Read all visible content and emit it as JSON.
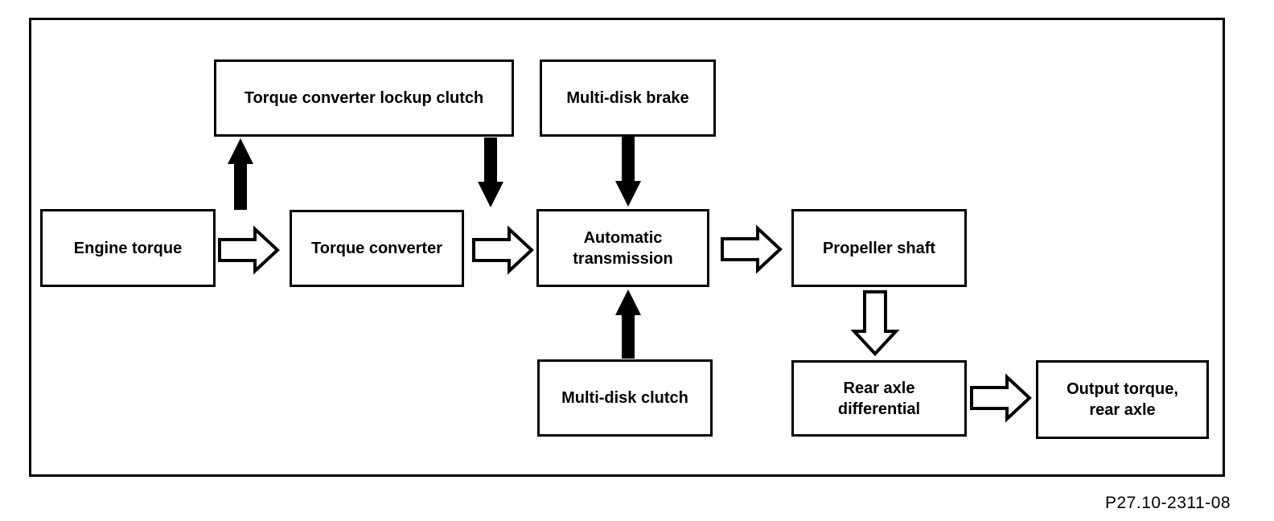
{
  "diagram": {
    "figure_code": "P27.10-2311-08",
    "colors": {
      "line": "#000000",
      "background": "#ffffff"
    },
    "boxes": {
      "lockup_clutch": {
        "label": "Torque converter lockup clutch"
      },
      "multi_disk_brake": {
        "label": "Multi-disk brake"
      },
      "engine_torque": {
        "label": "Engine torque"
      },
      "torque_converter": {
        "label": "Torque converter"
      },
      "automatic_transmission": {
        "label": "Automatic\ntransmission"
      },
      "propeller_shaft": {
        "label": "Propeller shaft"
      },
      "multi_disk_clutch": {
        "label": "Multi-disk clutch"
      },
      "rear_axle_differential": {
        "label": "Rear axle\ndifferential"
      },
      "output_torque": {
        "label": "Output torque,\nrear axle"
      }
    },
    "edges": [
      {
        "from": "engine_torque",
        "to": "torque_converter",
        "style": "hollow-block",
        "direction": "right"
      },
      {
        "from": "torque_converter",
        "to": "automatic_transmission",
        "style": "hollow-block",
        "direction": "right"
      },
      {
        "from": "automatic_transmission",
        "to": "propeller_shaft",
        "style": "hollow-block",
        "direction": "right"
      },
      {
        "from": "propeller_shaft",
        "to": "rear_axle_differential",
        "style": "hollow-block",
        "direction": "down"
      },
      {
        "from": "rear_axle_differential",
        "to": "output_torque",
        "style": "hollow-block",
        "direction": "right"
      },
      {
        "from": "main-flow-after-engine",
        "to": "lockup_clutch",
        "style": "solid",
        "direction": "up"
      },
      {
        "from": "lockup_clutch",
        "to": "main-flow-before-transmission",
        "style": "solid",
        "direction": "down"
      },
      {
        "from": "multi_disk_brake",
        "to": "automatic_transmission",
        "style": "solid",
        "direction": "down"
      },
      {
        "from": "multi_disk_clutch",
        "to": "automatic_transmission",
        "style": "solid",
        "direction": "up"
      }
    ]
  }
}
